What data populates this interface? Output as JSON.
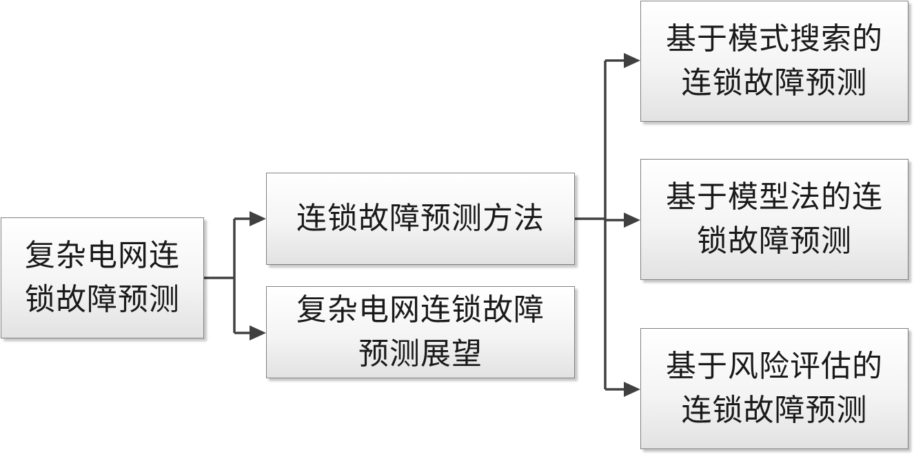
{
  "diagram": {
    "root": {
      "lines": [
        "复杂电网连",
        "锁故障预测"
      ]
    },
    "middle": [
      {
        "lines": [
          "连锁故障预测方法"
        ]
      },
      {
        "lines": [
          "复杂电网连锁故障",
          "预测展望"
        ]
      }
    ],
    "right": [
      {
        "lines": [
          "基于模式搜索的",
          "连锁故障预测"
        ]
      },
      {
        "lines": [
          "基于模型法的连",
          "锁故障预测"
        ]
      },
      {
        "lines": [
          "基于风险评估的",
          "连锁故障预测"
        ]
      }
    ],
    "colors": {
      "connector": "#404040",
      "box_border": "#7f7f7f",
      "box_fill_top": "#ffffff",
      "box_fill_bottom": "#e2e2e2"
    }
  }
}
